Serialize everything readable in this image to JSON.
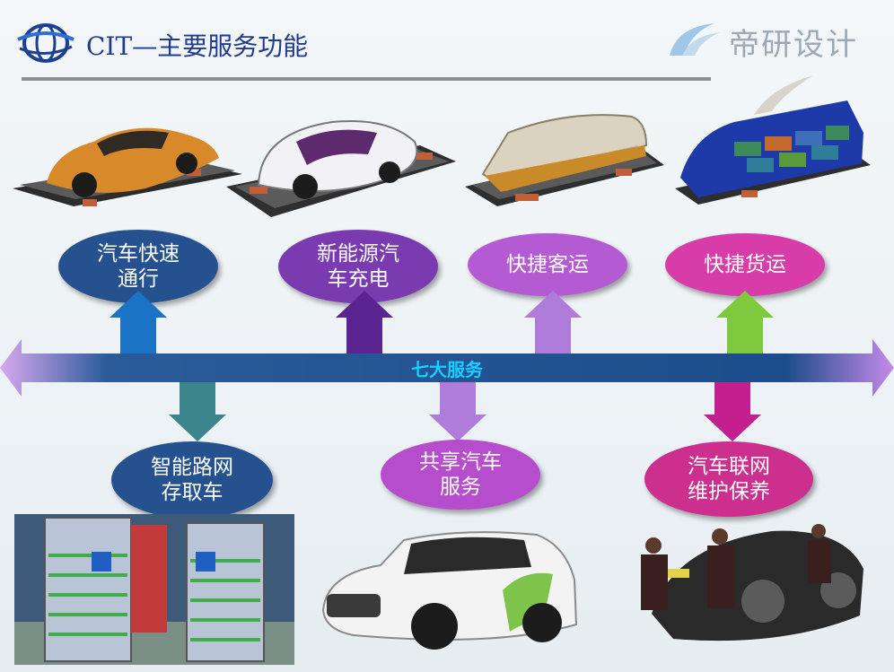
{
  "header": {
    "title": "CIT—主要服务功能",
    "brand_name": "帝研设计",
    "logo_icon": "globe-logo-icon",
    "brand_icon": "wave-logo-icon"
  },
  "axis": {
    "label": "七大服务"
  },
  "services_top": [
    {
      "label": "汽车快速\n通行",
      "color": "#25518f"
    },
    {
      "label": "新能源汽\n车充电",
      "color": "#7a3bb0"
    },
    {
      "label": "快捷客运",
      "color": "#b45ad2"
    },
    {
      "label": "快捷货运",
      "color": "#d83ca8"
    }
  ],
  "services_bottom": [
    {
      "label": "智能路网\n存取车",
      "color": "#25518f"
    },
    {
      "label": "共享汽车\n服务",
      "color": "#b64dcc"
    },
    {
      "label": "汽车联网\n维护保养",
      "color": "#cc2f8e"
    }
  ],
  "colors": {
    "axis_band": "#1d4e8e",
    "axis_arrowhead": "#c78ae6",
    "arrow_colors": [
      "#1a73c4",
      "#5a2590",
      "#b07cdb",
      "#7fc93e",
      "#3d858d",
      "#b07cdb",
      "#c41f8f"
    ]
  },
  "photos": {
    "car_on_pallet": "orange-car-on-pallet-image",
    "ev_on_pallet": "white-concept-ev-image",
    "bus_on_pallet": "passenger-pod-image",
    "truck_on_pallet": "cargo-pod-image",
    "parking_tower": "parking-tower-image",
    "shared_suv": "evcard-suv-image",
    "maintenance": "car-maintenance-image"
  }
}
